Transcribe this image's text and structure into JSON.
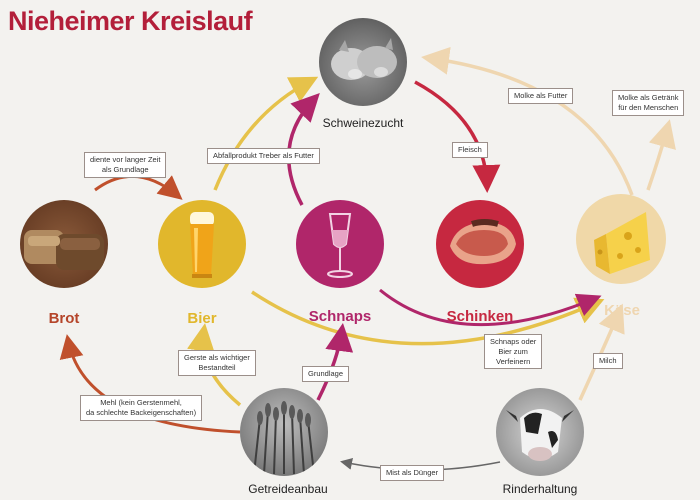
{
  "title": "Nieheimer Kreislauf",
  "colors": {
    "title": "#b31f3a",
    "brot": "#b5452a",
    "bier": "#e1b72c",
    "schnaps": "#b0266a",
    "schinken": "#c62840",
    "kaese": "#f0d8a8",
    "gray": "#666666"
  },
  "nodes": {
    "schweinezucht": "Schweinezucht",
    "brot": "Brot",
    "bier": "Bier",
    "schnaps": "Schnaps",
    "schinken": "Schinken",
    "kaese": "Käse",
    "getreideanbau": "Getreideanbau",
    "rinderhaltung": "Rinderhaltung"
  },
  "edges": {
    "brot_bier": [
      "diente vor langer Zeit",
      "als Grundlage"
    ],
    "abfall": [
      "Abfallprodukt Treber als Futter"
    ],
    "fleisch": [
      "Fleisch"
    ],
    "molke_futter": [
      "Molke als Futter"
    ],
    "molke_getraenk": [
      "Molke als Getränk",
      "für den Menschen"
    ],
    "gerste": [
      "Gerste als wichtiger",
      "Bestandteil"
    ],
    "grundlage": [
      "Grundlage"
    ],
    "mehl": [
      "Mehl (kein Gerstenmehl,",
      "da schlechte Backeigenschaften)"
    ],
    "schnaps_bier": [
      "Schnaps oder",
      "Bier zum",
      "Verfeinern"
    ],
    "milch": [
      "Milch"
    ],
    "mist": [
      "Mist als Dünger"
    ]
  }
}
